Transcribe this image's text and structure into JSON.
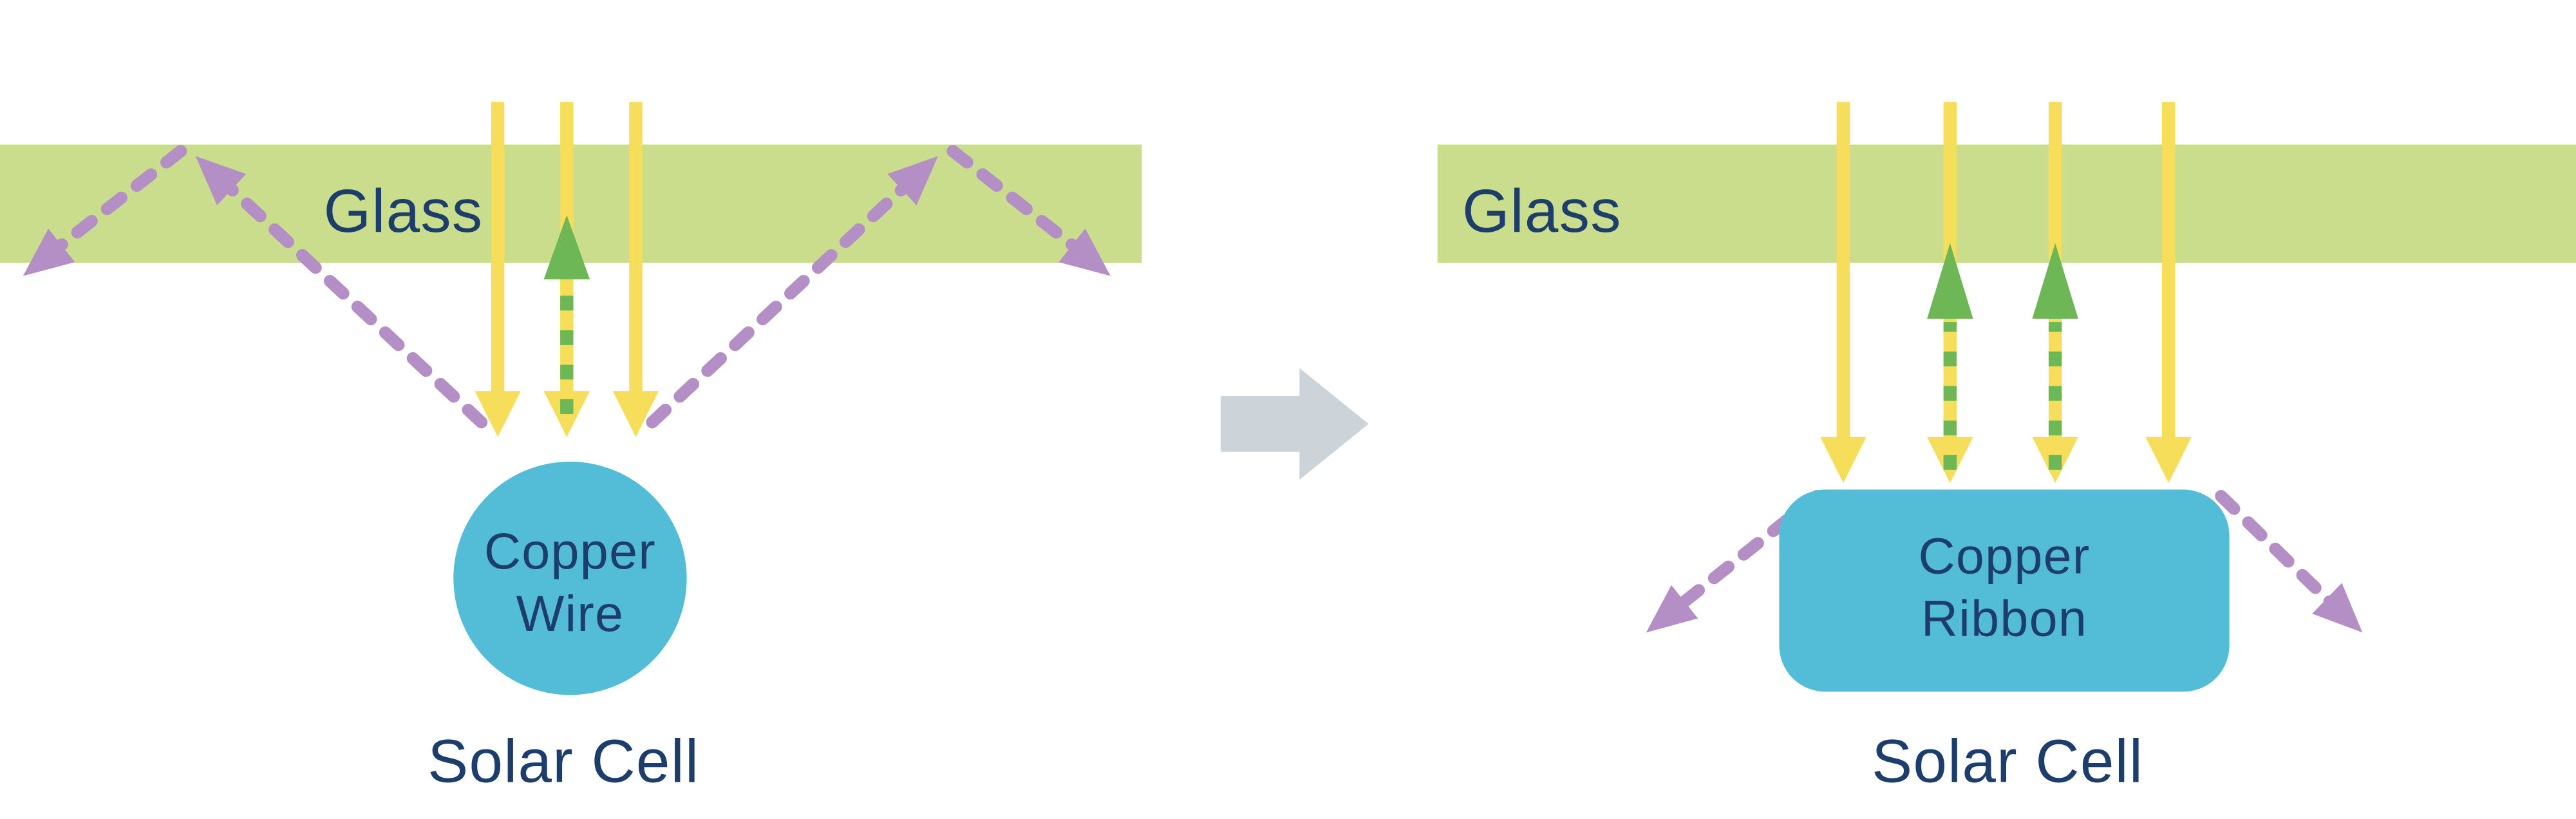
{
  "left_panel": {
    "glass_label": "Glass",
    "component": {
      "line1": "Copper",
      "line2": "Wire"
    },
    "solar_cell_label": "Solar Cell"
  },
  "right_panel": {
    "glass_label": "Glass",
    "component": {
      "line1": "Copper",
      "line2": "Ribbon"
    },
    "solar_cell_label": "Solar Cell"
  },
  "icons": {
    "sunlight_arrow": "solid yellow downward arrow (incoming light)",
    "reflected_arrow": "green dashed upward arrow (light reflected back up)",
    "scattered_arrow": "purple dashed angled arrow (scattered / lost light)",
    "transition_arrow": "gray block arrow pointing right (before to after)"
  },
  "colors": {
    "glass": "#c9dd8d",
    "sunlight_yellow": "#f6de5b",
    "reflected_green": "#6db756",
    "scattered_purple": "#b38fc6",
    "component_blue": "#53bcd6",
    "label_navy": "#1d3e6d",
    "transition_gray": "#ccd4d9"
  }
}
